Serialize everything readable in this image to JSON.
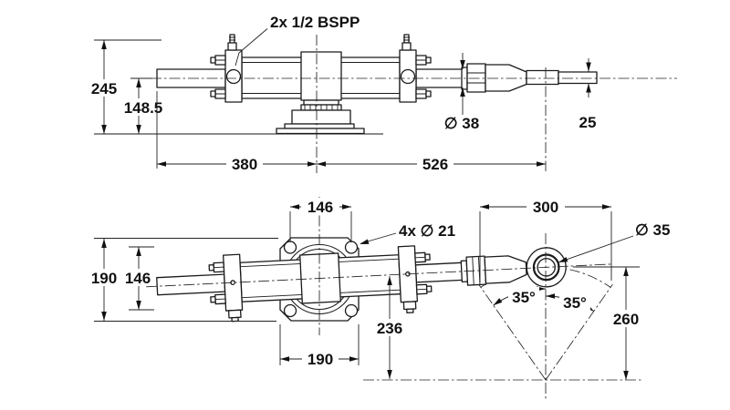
{
  "side_view": {
    "ports_label": "2x 1/2 BSPP",
    "overall_height": "245",
    "axis_height": "148.5",
    "rod_diameter": "∅ 38",
    "rod_end_diameter": "25",
    "rod_end_to_mount": "380",
    "mount_to_tip": "526"
  },
  "plan_view": {
    "hole_pitch_width": "146",
    "mount_holes_label": "4x ∅ 21",
    "swing_width": "300",
    "ball_joint_diameter": "∅ 35",
    "flange_length": "190",
    "hole_pitch_length": "146",
    "axis_to_pivot": "236",
    "flange_width": "190",
    "swing_angle_left": "35°",
    "swing_angle_right": "35°",
    "pivot_radius": "260"
  }
}
